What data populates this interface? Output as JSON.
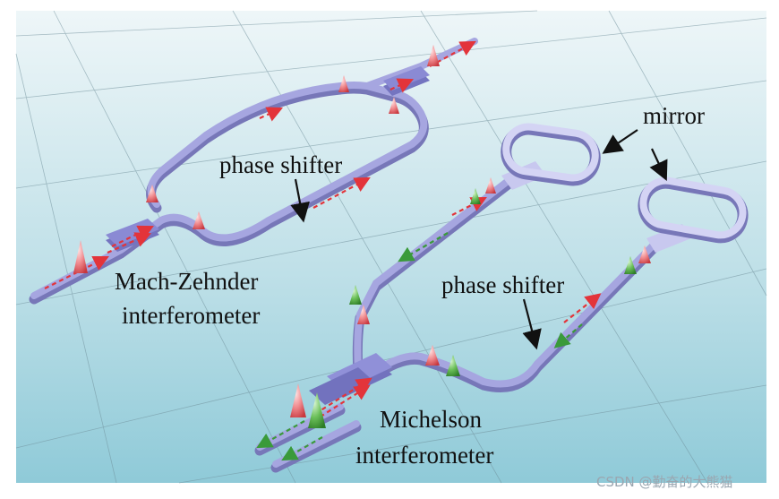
{
  "labels": {
    "phase_shifter_1": "phase shifter",
    "mirror": "mirror",
    "mz_line1": "Mach-Zehnder",
    "mz_line2": "interferometer",
    "phase_shifter_2": "phase shifter",
    "mi_line1": "Michelson",
    "mi_line2": "interferometer"
  },
  "watermark": "CSDN @勤奋的大熊猫",
  "colors": {
    "waveguide": "#9a9ad6",
    "waveguide_light": "#c6c6ee",
    "red_arrow": "#e3343a",
    "green_arrow": "#3a8a34",
    "floor_top": "#e6f1f5",
    "floor_bottom": "#8ecbd8"
  },
  "icons": [
    "red-cone-icon",
    "green-cone-icon",
    "dashed-arrow-icon"
  ]
}
